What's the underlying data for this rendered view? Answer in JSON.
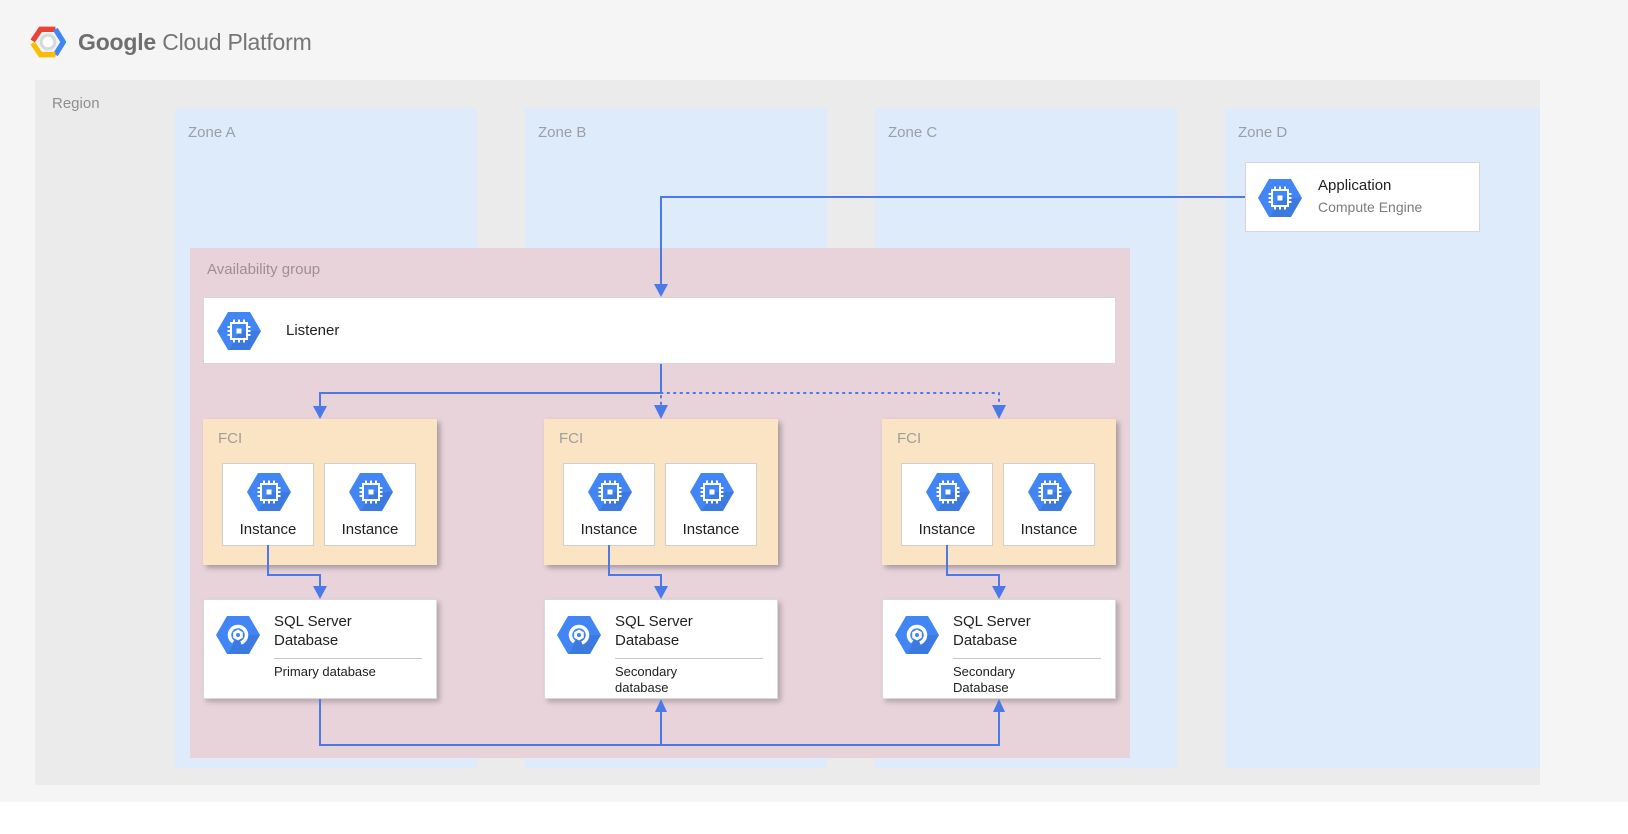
{
  "header": {
    "logo_bold": "Google",
    "logo_rest": " Cloud Platform"
  },
  "region": {
    "label": "Region"
  },
  "zones": [
    {
      "label": "Zone A"
    },
    {
      "label": "Zone B"
    },
    {
      "label": "Zone C"
    },
    {
      "label": "Zone D"
    }
  ],
  "application": {
    "title": "Application",
    "subtitle": "Compute Engine"
  },
  "availability_group": {
    "label": "Availability group"
  },
  "listener": {
    "label": "Listener"
  },
  "fci_groups": [
    {
      "label": "FCI",
      "instances": [
        "Instance",
        "Instance"
      ]
    },
    {
      "label": "FCI",
      "instances": [
        "Instance",
        "Instance"
      ]
    },
    {
      "label": "FCI",
      "instances": [
        "Instance",
        "Instance"
      ]
    }
  ],
  "databases": [
    {
      "title": "SQL Server\nDatabase",
      "subtitle": "Primary database"
    },
    {
      "title": "SQL Server\nDatabase",
      "subtitle": "Secondary\ndatabase"
    },
    {
      "title": "SQL Server\nDatabase",
      "subtitle": "Secondary\nDatabase"
    }
  ],
  "colors": {
    "accent_blue": "#4b79e8",
    "icon_blue": "#4285f4",
    "zone_blue": "#deebfa",
    "group_pink": "#e8d3db",
    "fci_peach": "#fbe4c4",
    "region_gray": "#ebebeb",
    "label_gray": "#9e9e9e",
    "logo_red": "#ea4335",
    "logo_yellow": "#fbbc05"
  }
}
